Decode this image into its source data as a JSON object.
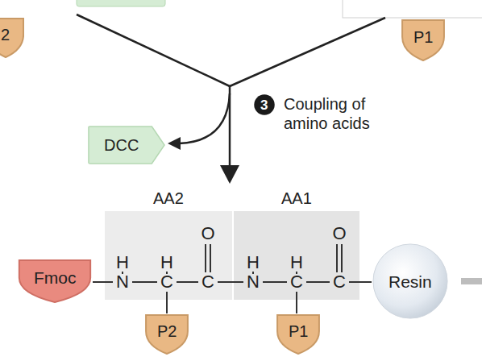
{
  "diagram": {
    "nodes": [
      {
        "text": [
          "2"
        ]
      },
      {
        "text": [
          "P1"
        ]
      },
      {
        "text": [
          "3"
        ]
      },
      {
        "text": [
          "DCC"
        ]
      },
      {
        "text": [
          "AA2"
        ]
      },
      {
        "text": [
          "AA1"
        ]
      },
      {
        "text": [
          "Fmoc"
        ]
      },
      {
        "text": [
          "Resin"
        ]
      },
      {
        "text": [
          "P2"
        ]
      },
      {
        "text": [
          "P1"
        ]
      }
    ],
    "labels": [
      "Coupling of amino acids",
      "O",
      "O",
      "H",
      "H",
      "H",
      "H",
      "N",
      "C",
      "C",
      "N",
      "C",
      "C"
    ]
  }
}
